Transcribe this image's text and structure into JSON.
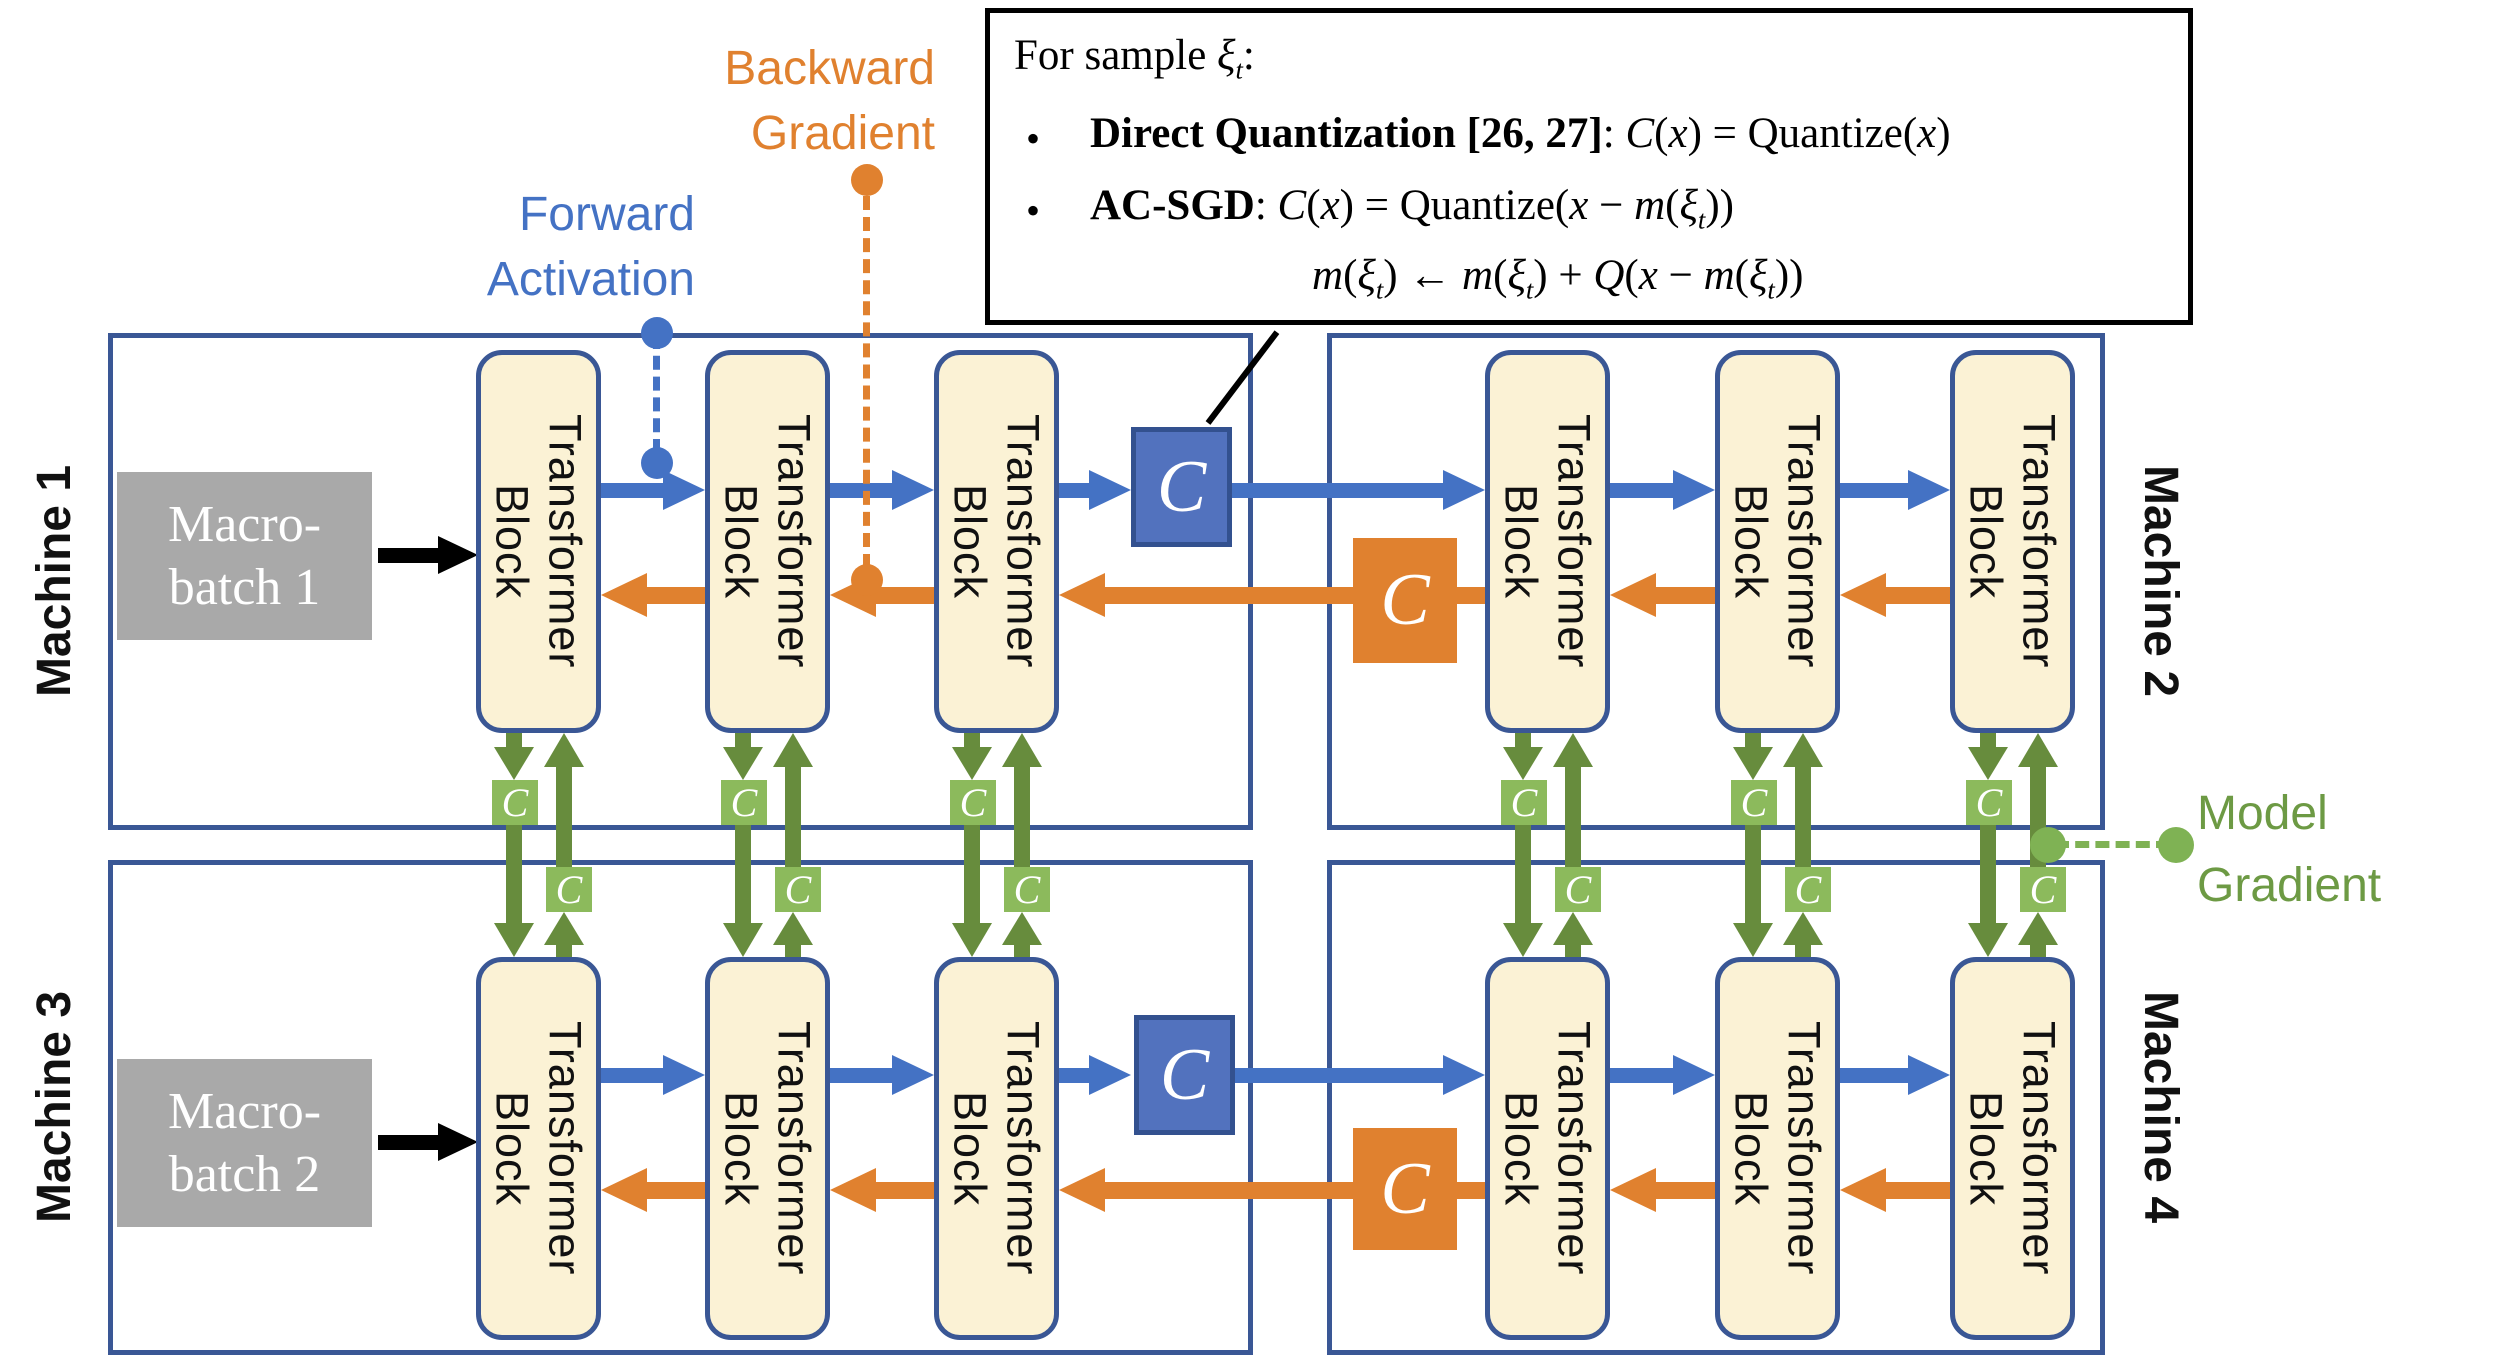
{
  "formula": {
    "intro": [
      {
        "t": "For sample "
      },
      {
        "t": "ξ",
        "i": true
      },
      {
        "t": "t",
        "i": true,
        "sub": true
      },
      {
        "t": ":"
      }
    ],
    "bullet": "•",
    "b1": [
      {
        "t": "Direct Quantization [26, 27]",
        "b": true
      },
      {
        "t": ": "
      },
      {
        "t": "C",
        "i": true
      },
      {
        "t": "("
      },
      {
        "t": "x",
        "i": true
      },
      {
        "t": ") = Quantize("
      },
      {
        "t": "x",
        "i": true
      },
      {
        "t": ")"
      }
    ],
    "b2": [
      {
        "t": "AC-SGD",
        "b": true
      },
      {
        "t": ": "
      },
      {
        "t": "C",
        "i": true
      },
      {
        "t": "("
      },
      {
        "t": "x",
        "i": true
      },
      {
        "t": ") = Quantize("
      },
      {
        "t": "x",
        "i": true
      },
      {
        "t": " − "
      },
      {
        "t": "m",
        "i": true
      },
      {
        "t": "("
      },
      {
        "t": "ξ",
        "i": true
      },
      {
        "t": "t",
        "i": true,
        "sub": true
      },
      {
        "t": "))"
      }
    ],
    "b3": [
      {
        "t": "m",
        "i": true
      },
      {
        "t": "("
      },
      {
        "t": "ξ",
        "i": true
      },
      {
        "t": "t",
        "i": true,
        "sub": true
      },
      {
        "t": ") ← "
      },
      {
        "t": "m",
        "i": true
      },
      {
        "t": "("
      },
      {
        "t": "ξ",
        "i": true
      },
      {
        "t": "t",
        "i": true,
        "sub": true
      },
      {
        "t": ") + "
      },
      {
        "t": "Q",
        "i": true
      },
      {
        "t": "("
      },
      {
        "t": "x",
        "i": true
      },
      {
        "t": " − "
      },
      {
        "t": "m",
        "i": true
      },
      {
        "t": "("
      },
      {
        "t": "ξ",
        "i": true
      },
      {
        "t": "t",
        "i": true,
        "sub": true
      },
      {
        "t": "))"
      }
    ]
  },
  "legend": {
    "forward": [
      "Forward",
      "Activation"
    ],
    "backward": [
      "Backward",
      "Gradient"
    ],
    "model": [
      "Model",
      "Gradient"
    ]
  },
  "machines": [
    "Machine 1",
    "Machine 2",
    "Machine 3",
    "Machine 4"
  ],
  "batches": [
    [
      "Macro-",
      "batch 1"
    ],
    [
      "Macro-",
      "batch 2"
    ]
  ],
  "block_label": [
    "Transformer",
    "Block"
  ],
  "compressor_label": "C",
  "small_compressor_label": "C",
  "colors": {
    "forward_blue": "#4472C4",
    "border_navy": "#3A5795",
    "backward_orange": "#E0812F",
    "model_green_box": "#8CBA5C",
    "model_green_arrow": "#678C3D",
    "model_green_label": "#6D9A44",
    "block_cream": "#FBF2D5",
    "batch_gray": "#A9A9A9",
    "black": "#000000"
  }
}
